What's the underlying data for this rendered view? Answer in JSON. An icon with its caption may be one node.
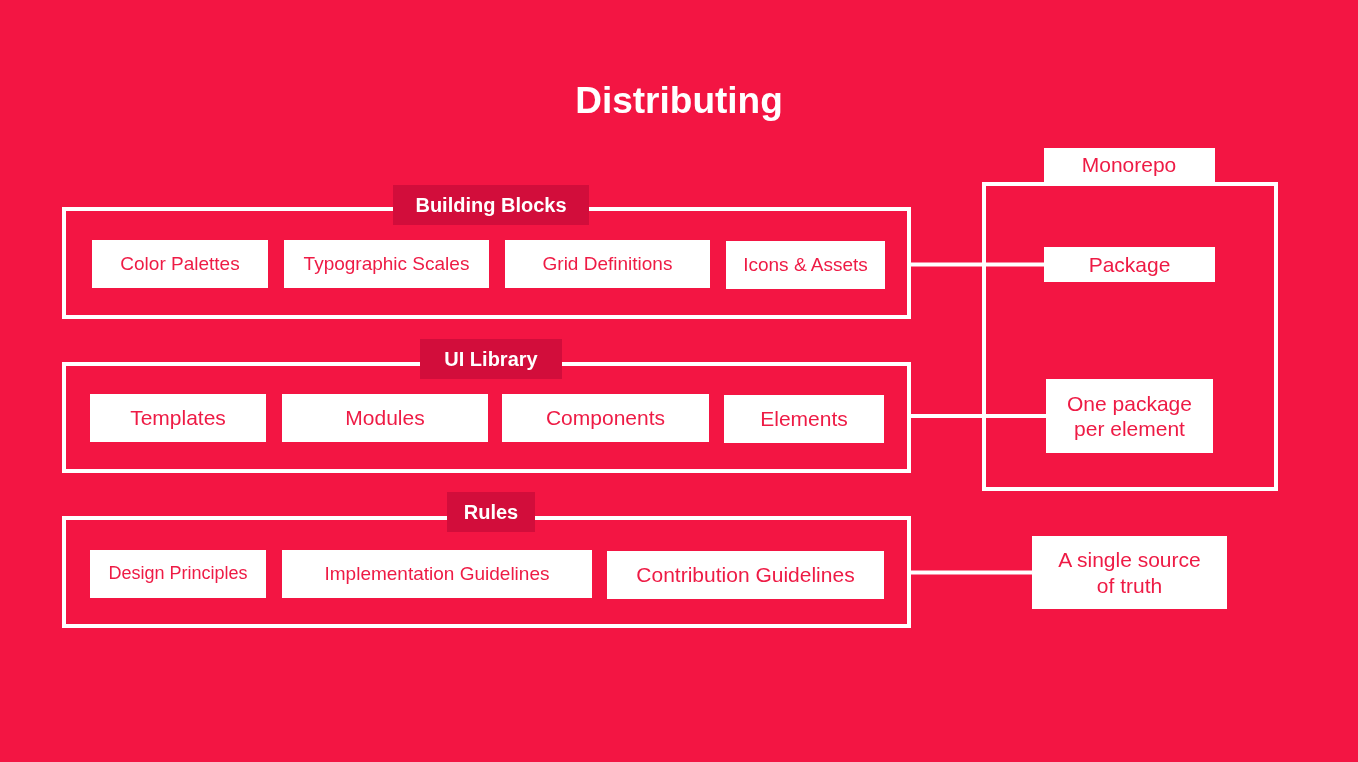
{
  "diagram": {
    "title": "Distributing",
    "nodes": [
      {
        "text": [
          "Building Blocks"
        ]
      },
      {
        "text": [
          "Color Palettes"
        ],
        "in": 0
      },
      {
        "text": [
          "Typographic Scales"
        ],
        "in": 0
      },
      {
        "text": [
          "Grid Definitions"
        ],
        "in": 0
      },
      {
        "text": [
          "Icons & Assets"
        ],
        "in": 0
      },
      {
        "text": [
          "UI Library"
        ]
      },
      {
        "text": [
          "Templates"
        ],
        "in": 5
      },
      {
        "text": [
          "Modules"
        ],
        "in": 5
      },
      {
        "text": [
          "Components"
        ],
        "in": 5
      },
      {
        "text": [
          "Elements"
        ],
        "in": 5
      },
      {
        "text": [
          "Rules"
        ]
      },
      {
        "text": [
          "Design Principles"
        ],
        "in": 10
      },
      {
        "text": [
          "Implementation Guidelines"
        ],
        "in": 10
      },
      {
        "text": [
          "Contribution Guidelines"
        ],
        "in": 10
      },
      {
        "text": [
          "Monorepo"
        ]
      },
      {
        "text": [
          "Package"
        ],
        "in": 14
      },
      {
        "text": [
          "One package per element"
        ],
        "in": 14
      },
      {
        "text": [
          "A single source of truth"
        ]
      }
    ],
    "edges": [
      {
        "from": 0,
        "to": 15,
        "arrow": "none"
      },
      {
        "from": 5,
        "to": 16,
        "arrow": "none"
      },
      {
        "from": 10,
        "to": 17,
        "arrow": "none"
      }
    ]
  }
}
